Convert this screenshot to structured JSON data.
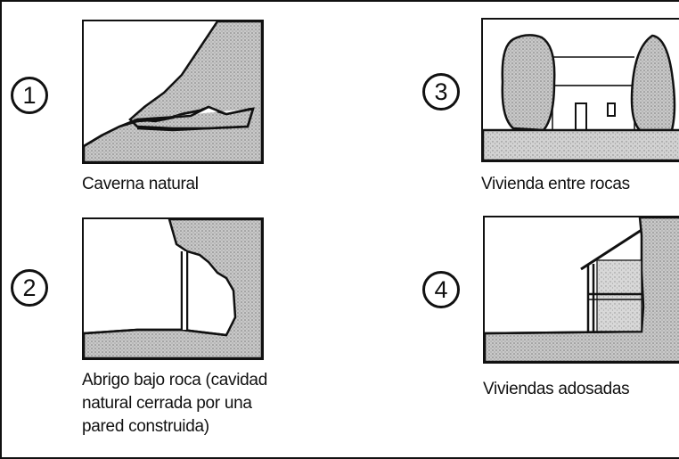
{
  "items": [
    {
      "number": "1",
      "caption_lines": [
        "Caverna natural"
      ]
    },
    {
      "number": "2",
      "caption_lines": [
        "Abrigo bajo roca (cavidad",
        "natural cerrada por una",
        "pared construida)"
      ]
    },
    {
      "number": "3",
      "caption_lines": [
        "Vivienda entre rocas"
      ]
    },
    {
      "number": "4",
      "caption_lines": [
        "Viviendas adosadas"
      ]
    }
  ],
  "colors": {
    "ink": "#111111",
    "rock_fill": "#b8b8b8",
    "ground_fill": "#c4c4c4"
  }
}
